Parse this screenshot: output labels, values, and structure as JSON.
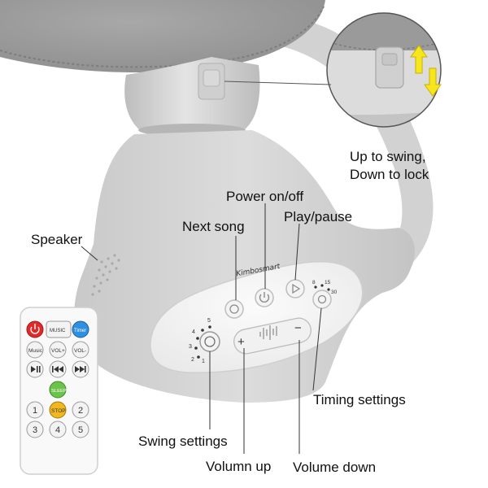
{
  "callouts": {
    "swing_lock": "Up to swing,\nDown to lock",
    "power": "Power on/off",
    "next_song": "Next song",
    "play_pause": "Play/pause",
    "speaker": "Speaker",
    "timing": "Timing settings",
    "swing_settings": "Swing settings",
    "volume_up": "Volumn up",
    "volume_down": "Volume down"
  },
  "panel": {
    "brand": "Kimbosmart",
    "swing_levels": [
      "1",
      "2",
      "3",
      "4",
      "5"
    ],
    "timer_marks": [
      "8",
      "15",
      "30"
    ],
    "vol_up_symbol": "+",
    "vol_down_symbol": "−"
  },
  "remote": {
    "row1": [
      "MUSIC",
      "Timer"
    ],
    "row2": [
      "Music",
      "VOL+",
      "VOL-"
    ],
    "sleep": "SLEEP",
    "stop": "STOP",
    "numbers": [
      "1",
      "2",
      "3",
      "4",
      "5"
    ]
  },
  "colors": {
    "arrow_yellow": "#f7e51d",
    "power_red": "#e02a2a",
    "timer_blue": "#2f8fe0",
    "sleep_green": "#6cc34a",
    "stop_yellow": "#f0b81c"
  }
}
